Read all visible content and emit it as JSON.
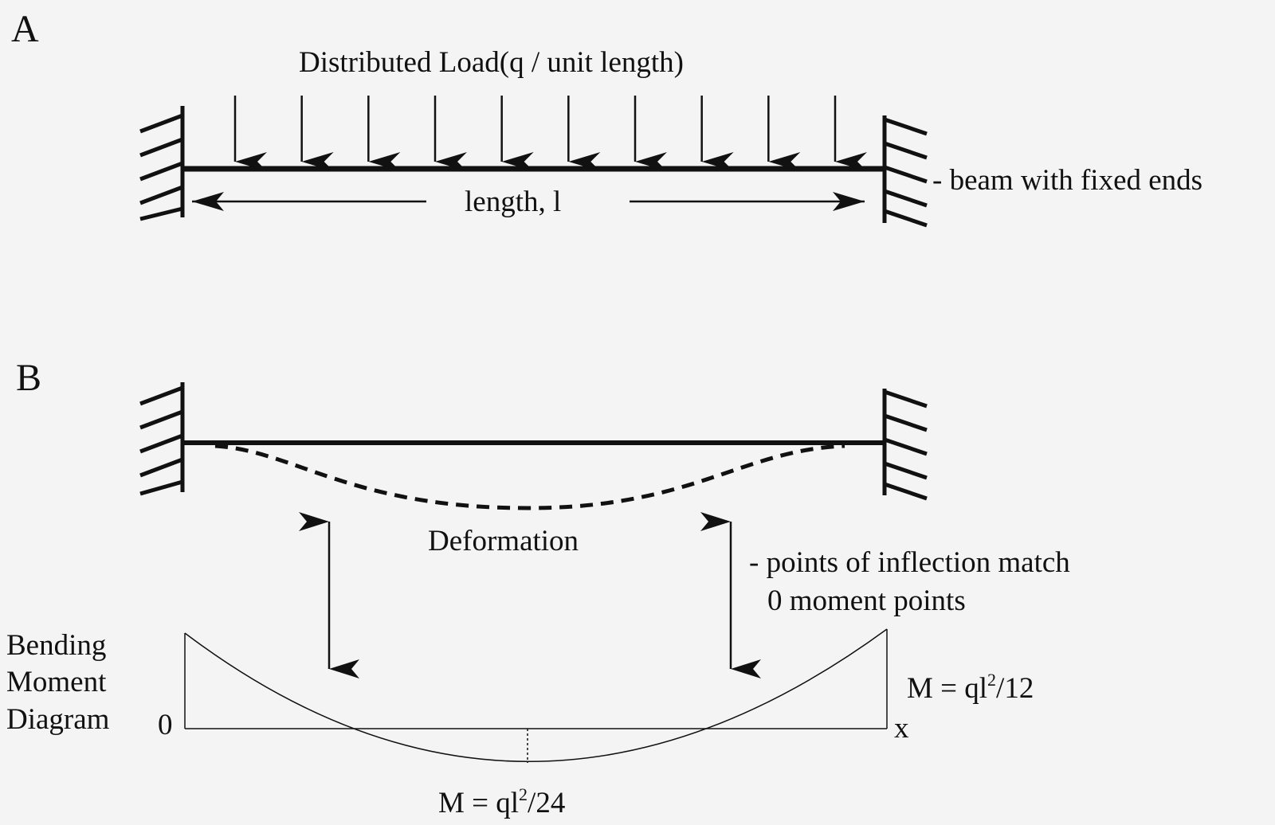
{
  "panel_a": {
    "label": "A",
    "load_label": "Distributed Load(q / unit length)",
    "length_label": "length, l",
    "beam_note": "- beam with fixed ends",
    "load_arrow_count": 10
  },
  "panel_b": {
    "label": "B",
    "deformation_label": "Deformation",
    "inflection_note_line1": "- points of inflection match",
    "inflection_note_line2": "0 moment points",
    "bmd_label_line1": "Bending",
    "bmd_label_line2": "Moment",
    "bmd_label_line3": "Diagram",
    "zero_label": "0",
    "x_label": "x",
    "end_moment": {
      "prefix": "M = ql",
      "sup": "2",
      "suffix": "/12"
    },
    "mid_moment": {
      "prefix": "M = ql",
      "sup": "2",
      "suffix": "/24"
    }
  },
  "colors": {
    "ink": "#111111",
    "background": "#f4f4f4"
  }
}
